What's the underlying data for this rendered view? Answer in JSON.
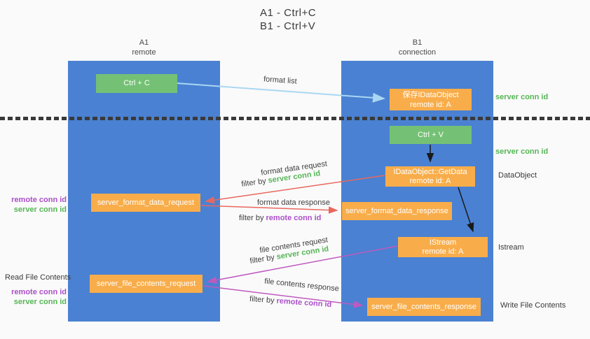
{
  "title": {
    "line1": "A1 - Ctrl+C",
    "line2": "B1 - Ctrl+V"
  },
  "columns": {
    "left": {
      "id": "A1",
      "role": "remote"
    },
    "right": {
      "id": "B1",
      "role": "connection"
    }
  },
  "nodes": {
    "ctrl_c": {
      "label": "Ctrl + C"
    },
    "save_idataobject": {
      "line1": "保存IDataObject",
      "line2": "remote id: A"
    },
    "ctrl_v": {
      "label": "Ctrl + V"
    },
    "getdata": {
      "line1": "IDataObject::GetData",
      "line2": "remote id: A"
    },
    "format_request": {
      "label": "server_format_data_request"
    },
    "format_response": {
      "label": "server_format_data_response"
    },
    "istream": {
      "line1": "IStream",
      "line2": "remote id: A"
    },
    "file_request": {
      "label": "server_file_contents_request"
    },
    "file_response": {
      "label": "server_file_contents_response"
    }
  },
  "arrow_labels": {
    "format_list": "format list",
    "format_data_request": "format data request",
    "format_data_response": "format data response",
    "file_contents_request": "file contents request",
    "file_contents_response": "file contents response",
    "filter_prefix": "filter by ",
    "server_conn_id": "server conn id",
    "remote_conn_id": "remote conn id"
  },
  "side_labels": {
    "save_server_conn": "server conn id",
    "ctrlv_server_conn": "server conn id",
    "dataobject": "DataObject",
    "istream": "Istream",
    "write_file_contents": "Write File Contents",
    "read_file_contents": "Read File Contents",
    "format_remote_conn": "remote conn id",
    "format_server_conn": "server conn id",
    "file_remote_conn": "remote conn id",
    "file_server_conn": "server conn id"
  },
  "colors": {
    "column_blue": "#4a81d2",
    "node_green": "#74c175",
    "node_orange": "#f8ad4a",
    "arrow_light_blue": "#a9d7f2",
    "arrow_red": "#e8685e",
    "arrow_magenta": "#bf5abf",
    "arrow_black": "#1a1a1a",
    "text_green": "#56b556",
    "text_purple": "#ab4fc8"
  }
}
